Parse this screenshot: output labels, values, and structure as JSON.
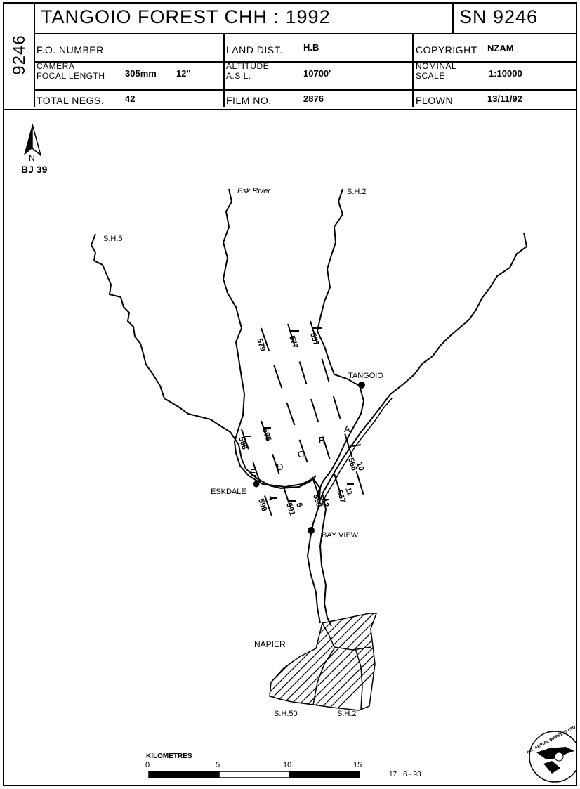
{
  "header": {
    "side_code": "9246",
    "title": "TANGOIO FOREST CHH : 1992",
    "sheet_number": "SN 9246",
    "fields": {
      "fo_number_label": "F.O. NUMBER",
      "fo_number_value": "",
      "land_dist_label": "LAND DIST.",
      "land_dist_value": "H.B",
      "copyright_label": "COPYRIGHT",
      "copyright_value": "NZAM",
      "camera_label_1": "CAMERA",
      "camera_label_2": "FOCAL LENGTH",
      "focal_length_mm": "305mm",
      "focal_length_in": "12\"",
      "altitude_label_1": "ALTITUDE",
      "altitude_label_2": "A.S.L.",
      "altitude_value": "10700'",
      "scale_label_1": "NOMINAL",
      "scale_label_2": "SCALE",
      "scale_value": "1:10000",
      "total_negs_label": "TOTAL NEGS.",
      "total_negs_value": "42",
      "film_no_label": "FILM NO.",
      "film_no_value": "2876",
      "flown_label": "FLOWN",
      "flown_value": "13/11/92"
    }
  },
  "map": {
    "north_label": "N",
    "map_ref": "BJ 39",
    "labels": {
      "esk_river": "Esk River",
      "sh2_top": "S.H.2",
      "sh5": "S.H.5",
      "tangoio": "TANGOIO",
      "eskdale": "ESKDALE",
      "bay_view": "BAY VIEW",
      "napier": "NAPIER",
      "sh50": "S.H.50",
      "sh2_bottom": "S.H.2"
    },
    "flight_runs": [
      {
        "run": "A",
        "top_frame": "557",
        "bottom_frame": "566",
        "run_no": "10"
      },
      {
        "run": "B",
        "top_frame": "577",
        "bottom_frame": "567",
        "run_no": "11"
      },
      {
        "run": "C",
        "top_frame": "579",
        "bottom_frame": "590",
        "run_no": "12"
      },
      {
        "run": "D",
        "top_frame": "595",
        "bottom_frame": "591",
        "run_no": "5"
      },
      {
        "run": "E",
        "top_frame": "596",
        "bottom_frame": "599",
        "run_no": "4"
      }
    ],
    "scale_bar": {
      "title": "KILOMETRES",
      "ticks": [
        "0",
        "5",
        "10",
        "15"
      ]
    },
    "date_stamp": "17 · 6 · 93",
    "logo_text": "N.Z. AERIAL MAPPING LTD"
  }
}
